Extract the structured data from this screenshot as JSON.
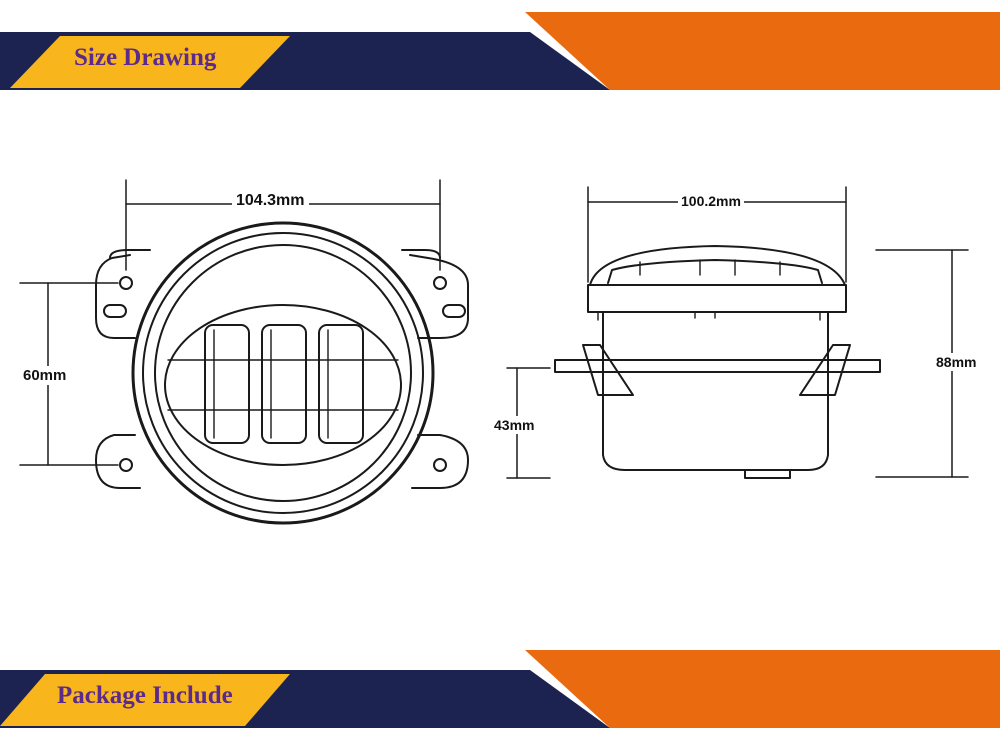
{
  "header": {
    "title": "Size Drawing"
  },
  "footer": {
    "title": "Package Include"
  },
  "front_view": {
    "width_label": "104.3mm",
    "hole_spacing_label": "60mm"
  },
  "side_view": {
    "width_label": "100.2mm",
    "height_label": "88mm",
    "depth_label": "43mm"
  },
  "colors": {
    "navy": "#1c2350",
    "orange": "#ea6a10",
    "gold": "#f9b61c",
    "title_text": "#5b2a8a"
  }
}
